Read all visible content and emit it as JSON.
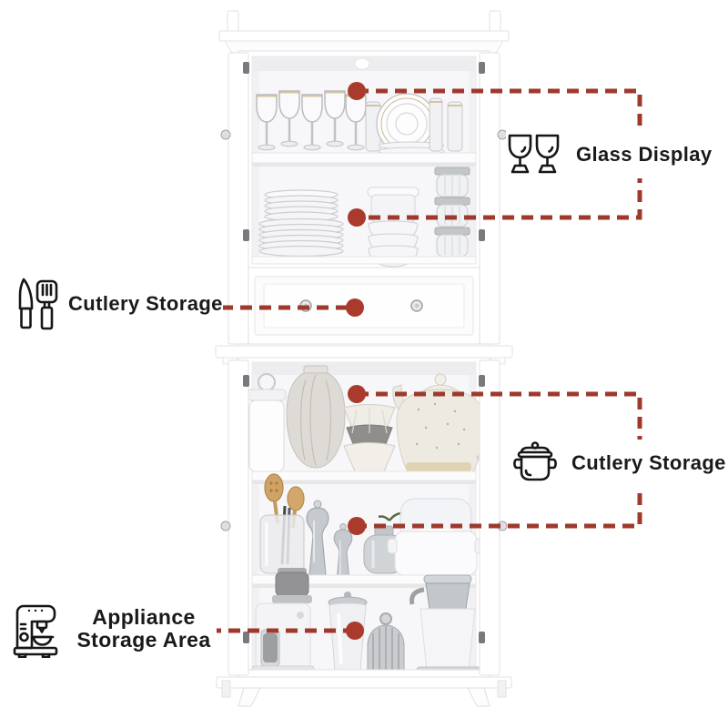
{
  "diagram": {
    "background": "#ffffff",
    "accent": {
      "dash_color": "#9e392c",
      "dot_color": "#a93a2c",
      "label_text_color": "#1a1a1a"
    }
  },
  "annotations": [
    {
      "id": "glass-display",
      "label": "Glass Display",
      "icon": "wine-glasses-icon"
    },
    {
      "id": "cutlery-storage-drawer",
      "label": "Cutlery Storage",
      "icon": "knife-spatula-icon"
    },
    {
      "id": "cutlery-storage-cabinet",
      "label": "Cutlery Storage",
      "icon": "cooking-pot-icon"
    },
    {
      "id": "appliance-storage-area",
      "label": "Appliance Storage Area",
      "icon": "coffee-machine-icon"
    }
  ]
}
